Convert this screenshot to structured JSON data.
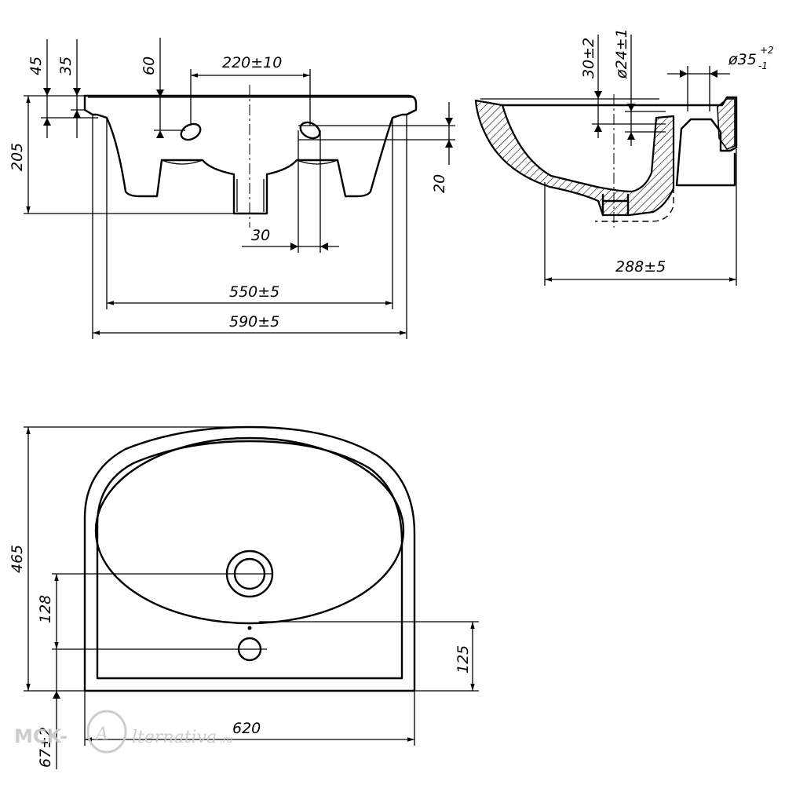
{
  "front_view": {
    "dims": {
      "d45": "45",
      "d35": "35",
      "d60": "60",
      "d220": "220±10",
      "d205": "205",
      "d20": "20",
      "d30": "30",
      "d550": "550±5",
      "d590": "590±5"
    }
  },
  "side_view": {
    "dims": {
      "d30": "30±2",
      "d24": "ø24±1",
      "d35_base": "ø35",
      "d35_sup": "+2",
      "d35_sub": "-1",
      "d288": "288±5"
    }
  },
  "plan_view": {
    "dims": {
      "d465": "465",
      "d128": "128",
      "d125": "125",
      "d620": "620",
      "d67": "67±2"
    }
  },
  "watermark": {
    "prefix": "MCK-",
    "logo_letter": "A",
    "rest": "lternativa",
    "suffix": ".ru"
  }
}
